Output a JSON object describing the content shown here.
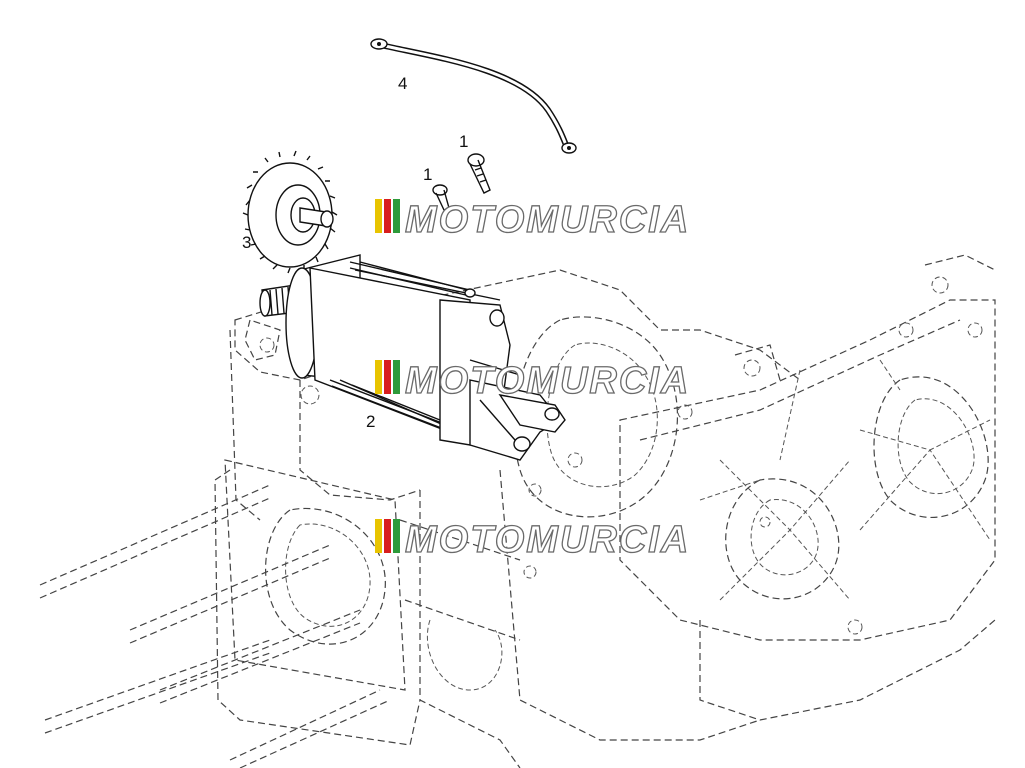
{
  "callouts": {
    "bolt_a": "1",
    "bolt_b": "1",
    "starter_motor": "2",
    "gear": "3",
    "cable": "4"
  },
  "watermark": {
    "text": "MOTOMURCIA",
    "stripe_colors": [
      "#e8c400",
      "#d81e1e",
      "#2e9b3a"
    ]
  },
  "colors": {
    "line": "#111111",
    "dashed": "#444444",
    "background": "#ffffff"
  }
}
